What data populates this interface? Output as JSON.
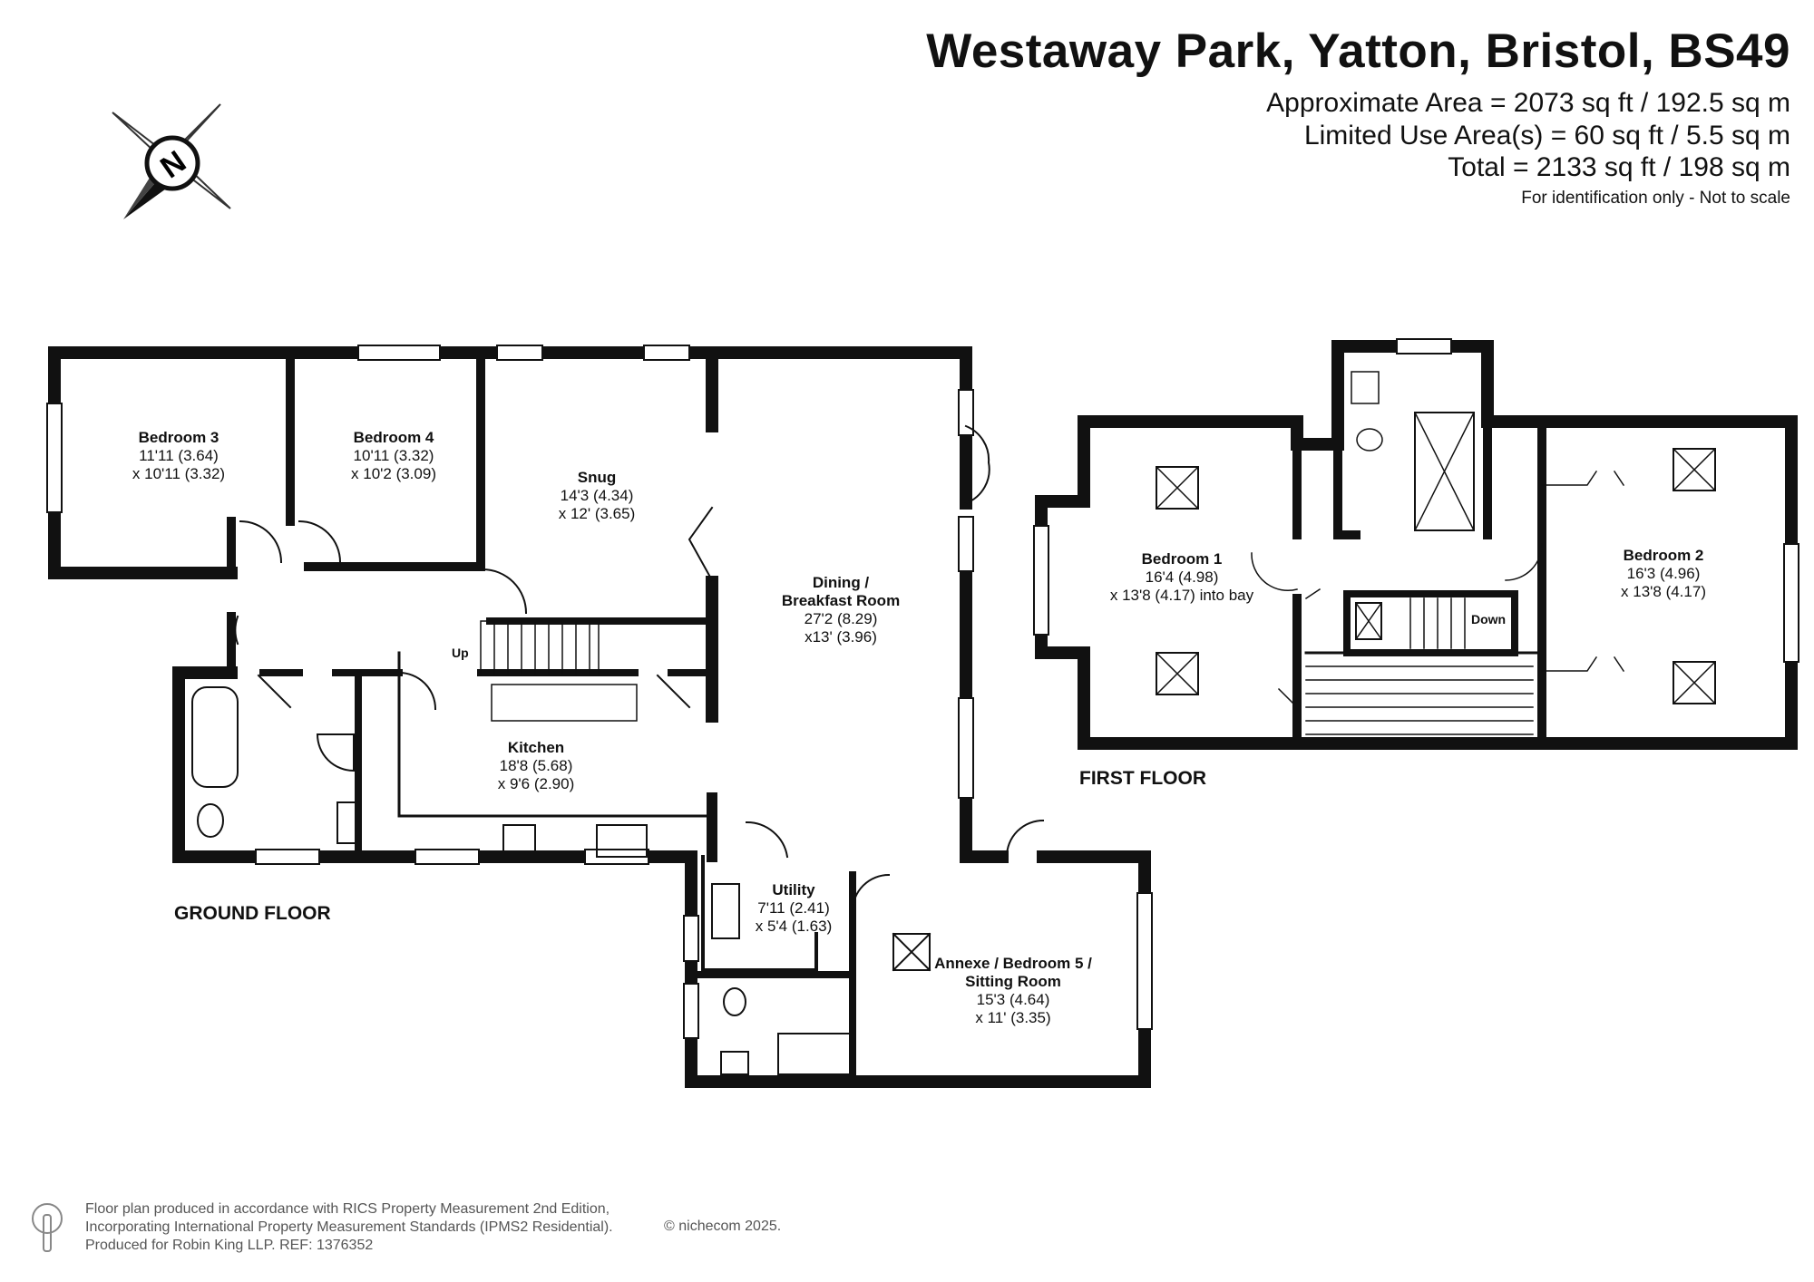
{
  "header": {
    "title": "Westaway Park, Yatton, Bristol, BS49",
    "approx_area": "Approximate Area = 2073 sq ft / 192.5 sq m",
    "limited_use": "Limited Use Area(s) = 60 sq ft / 5.5 sq m",
    "total": "Total = 2133 sq ft / 198 sq m",
    "identification": "For identification only - Not to scale"
  },
  "compass": {
    "letter": "N",
    "icon": "compass-north-icon"
  },
  "ground_floor": {
    "label": "GROUND FLOOR",
    "rooms": {
      "bedroom3": {
        "name": "Bedroom 3",
        "dim1": "11'11 (3.64)",
        "dim2": "x 10'11 (3.32)"
      },
      "bedroom4": {
        "name": "Bedroom 4",
        "dim1": "10'11 (3.32)",
        "dim2": "x 10'2 (3.09)"
      },
      "snug": {
        "name": "Snug",
        "dim1": "14'3 (4.34)",
        "dim2": "x 12' (3.65)"
      },
      "dining": {
        "name1": "Dining /",
        "name2": "Breakfast Room",
        "dim1": "27'2 (8.29)",
        "dim2": "x13' (3.96)"
      },
      "kitchen": {
        "name": "Kitchen",
        "dim1": "18'8 (5.68)",
        "dim2": "x 9'6 (2.90)"
      },
      "utility": {
        "name": "Utility",
        "dim1": "7'11 (2.41)",
        "dim2": "x 5'4 (1.63)"
      },
      "annexe": {
        "name1": "Annexe / Bedroom 5 /",
        "name2": "Sitting Room",
        "dim1": "15'3 (4.64)",
        "dim2": "x 11' (3.35)"
      }
    },
    "stairs_label": "Up"
  },
  "first_floor": {
    "label": "FIRST FLOOR",
    "rooms": {
      "bedroom1": {
        "name": "Bedroom 1",
        "dim1": "16'4 (4.98)",
        "dim2": "x 13'8 (4.17) into bay"
      },
      "bedroom2": {
        "name": "Bedroom 2",
        "dim1": "16'3 (4.96)",
        "dim2": "x 13'8 (4.17)"
      }
    },
    "stairs_label": "Down"
  },
  "footer": {
    "line1": "Floor plan produced in accordance with RICS Property Measurement 2nd Edition,",
    "line2": "Incorporating International Property Measurement Standards (IPMS2 Residential).",
    "line3": "Produced for Robin King LLP.   REF:  1376352",
    "copyright": "© nichecom 2025."
  },
  "colors": {
    "wall": "#111111",
    "text": "#111111",
    "footer_text": "#555555"
  }
}
